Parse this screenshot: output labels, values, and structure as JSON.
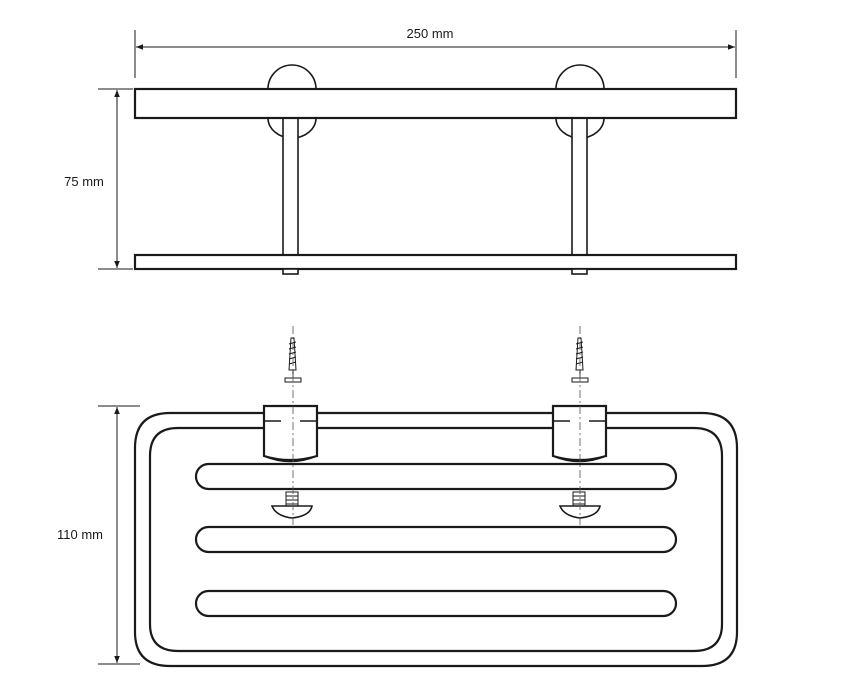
{
  "dimensions": {
    "width_label": "250 mm",
    "height_label": "75 mm",
    "depth_label": "110 mm"
  },
  "colors": {
    "line": "#1a1a1a",
    "background": "#ffffff"
  }
}
